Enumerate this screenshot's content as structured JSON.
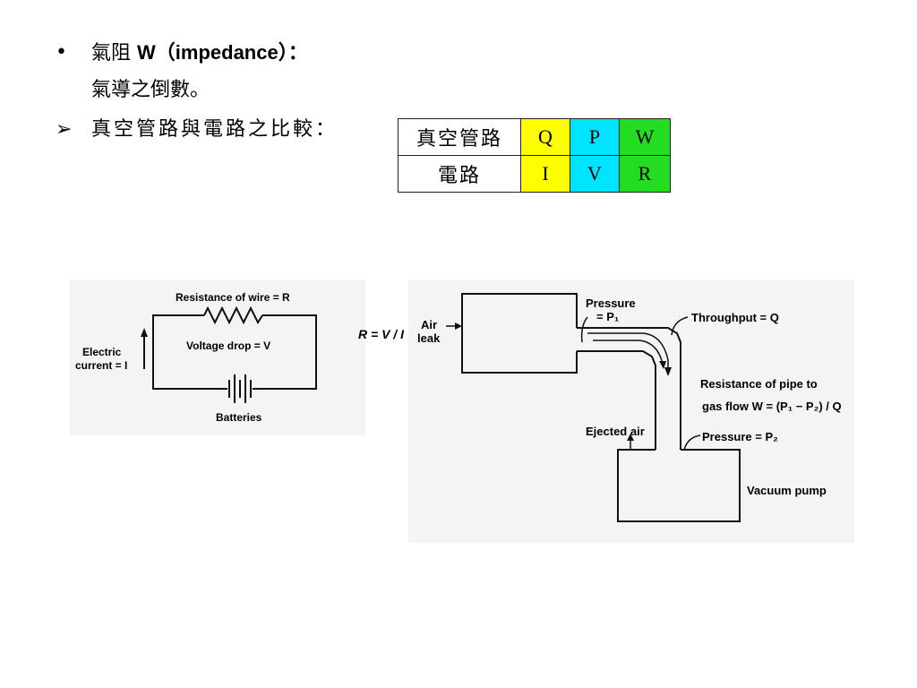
{
  "slide": {
    "bullet_marker": "•",
    "arrow_marker": "➢",
    "line1": {
      "title_cn": "氣阻",
      "title_latin": "W（impedance）："
    },
    "line2": "氣導之倒數。",
    "line3": "真空管路與電路之比較："
  },
  "comparison_table": {
    "rows": [
      {
        "label": "真空管路",
        "cells": [
          "Q",
          "P",
          "W"
        ]
      },
      {
        "label": "電路",
        "cells": [
          "I",
          "V",
          "R"
        ]
      }
    ],
    "colors": {
      "col1": "#ffff00",
      "col2": "#00e5ff",
      "col3": "#22dd22"
    }
  },
  "circuit_figure": {
    "resistance_label": "Resistance of wire = R",
    "voltage_label": "Voltage drop = V",
    "current_label_1": "Electric",
    "current_label_2": "current = I",
    "battery_label": "Batteries",
    "ohm_formula": "R = V / I"
  },
  "vacuum_figure": {
    "air_leak_1": "Air",
    "air_leak_2": "leak",
    "pressure1_1": "Pressure",
    "pressure1_2": "= P₁",
    "throughput": "Throughput = Q",
    "resistance_1": "Resistance of pipe to",
    "resistance_2": "gas flow  W = (P₁ − P₂) / Q",
    "ejected": "Ejected air",
    "pressure2": "Pressure = P₂",
    "pump": "Vacuum pump"
  }
}
